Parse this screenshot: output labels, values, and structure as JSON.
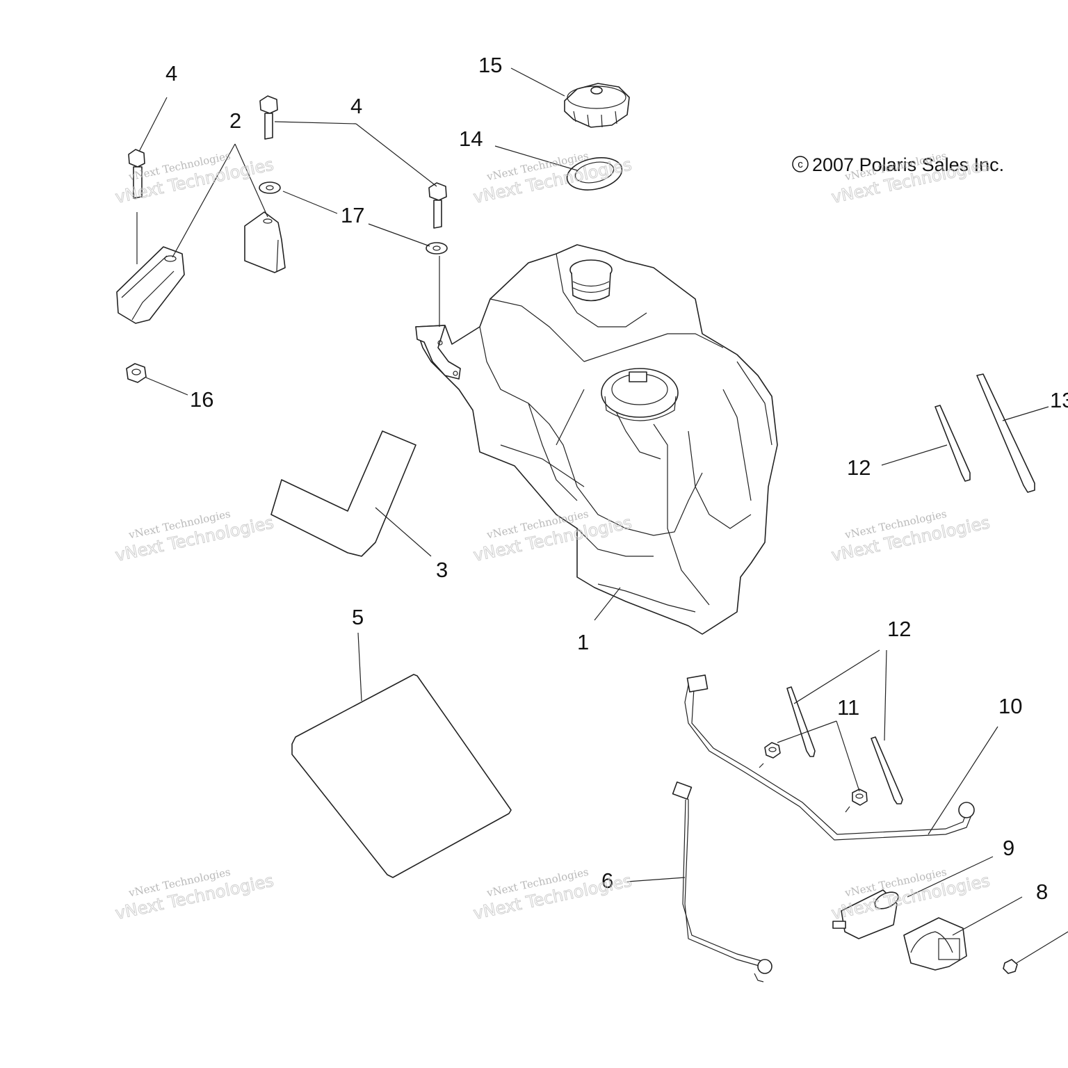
{
  "copyright": "2007 Polaris Sales Inc.",
  "copyright_symbol": "c",
  "watermark": {
    "line1": "vNext Technologies",
    "line2": "vNext Technologies"
  },
  "callouts": [
    "4",
    "2",
    "4",
    "15",
    "14",
    "17",
    "16",
    "3",
    "5",
    "1",
    "12",
    "13",
    "12",
    "11",
    "10",
    "6",
    "9",
    "8"
  ]
}
